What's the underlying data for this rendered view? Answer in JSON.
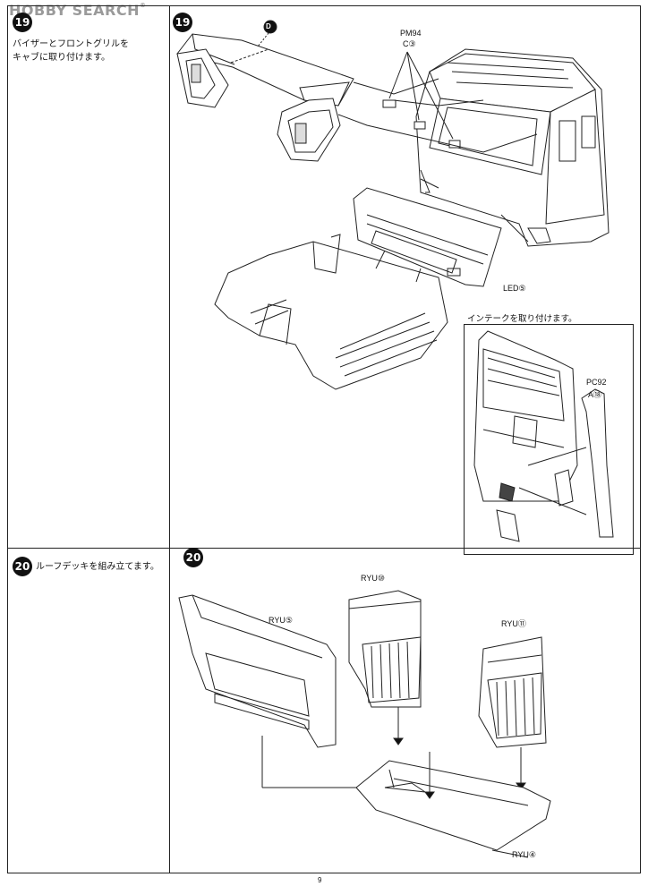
{
  "watermark": {
    "text": "HOBBY SEARCH",
    "reg": "®"
  },
  "steps": [
    {
      "number": "19",
      "instruction_line1": "バイザーとフロントグリルを",
      "instruction_line2": "キャブに取り付けます。"
    },
    {
      "number": "20",
      "instruction_line1": "ルーフデッキを組み立てます。"
    }
  ],
  "step19": {
    "badge": "19",
    "part_d_label": "D",
    "pc_label_1": "PM94",
    "pc_label_1_sub": "C③",
    "led_label": "LED⑤",
    "intake_title": "インテークを取り付けます。",
    "pc_label_2": "PC92",
    "pc_label_2_sub": "A⑱"
  },
  "step20": {
    "badge": "20",
    "ryu5": "RYU⑤",
    "ryu10": "RYU⑩",
    "ryu11": "RYU⑪",
    "ryu4": "RYU④"
  },
  "page_number": "9"
}
